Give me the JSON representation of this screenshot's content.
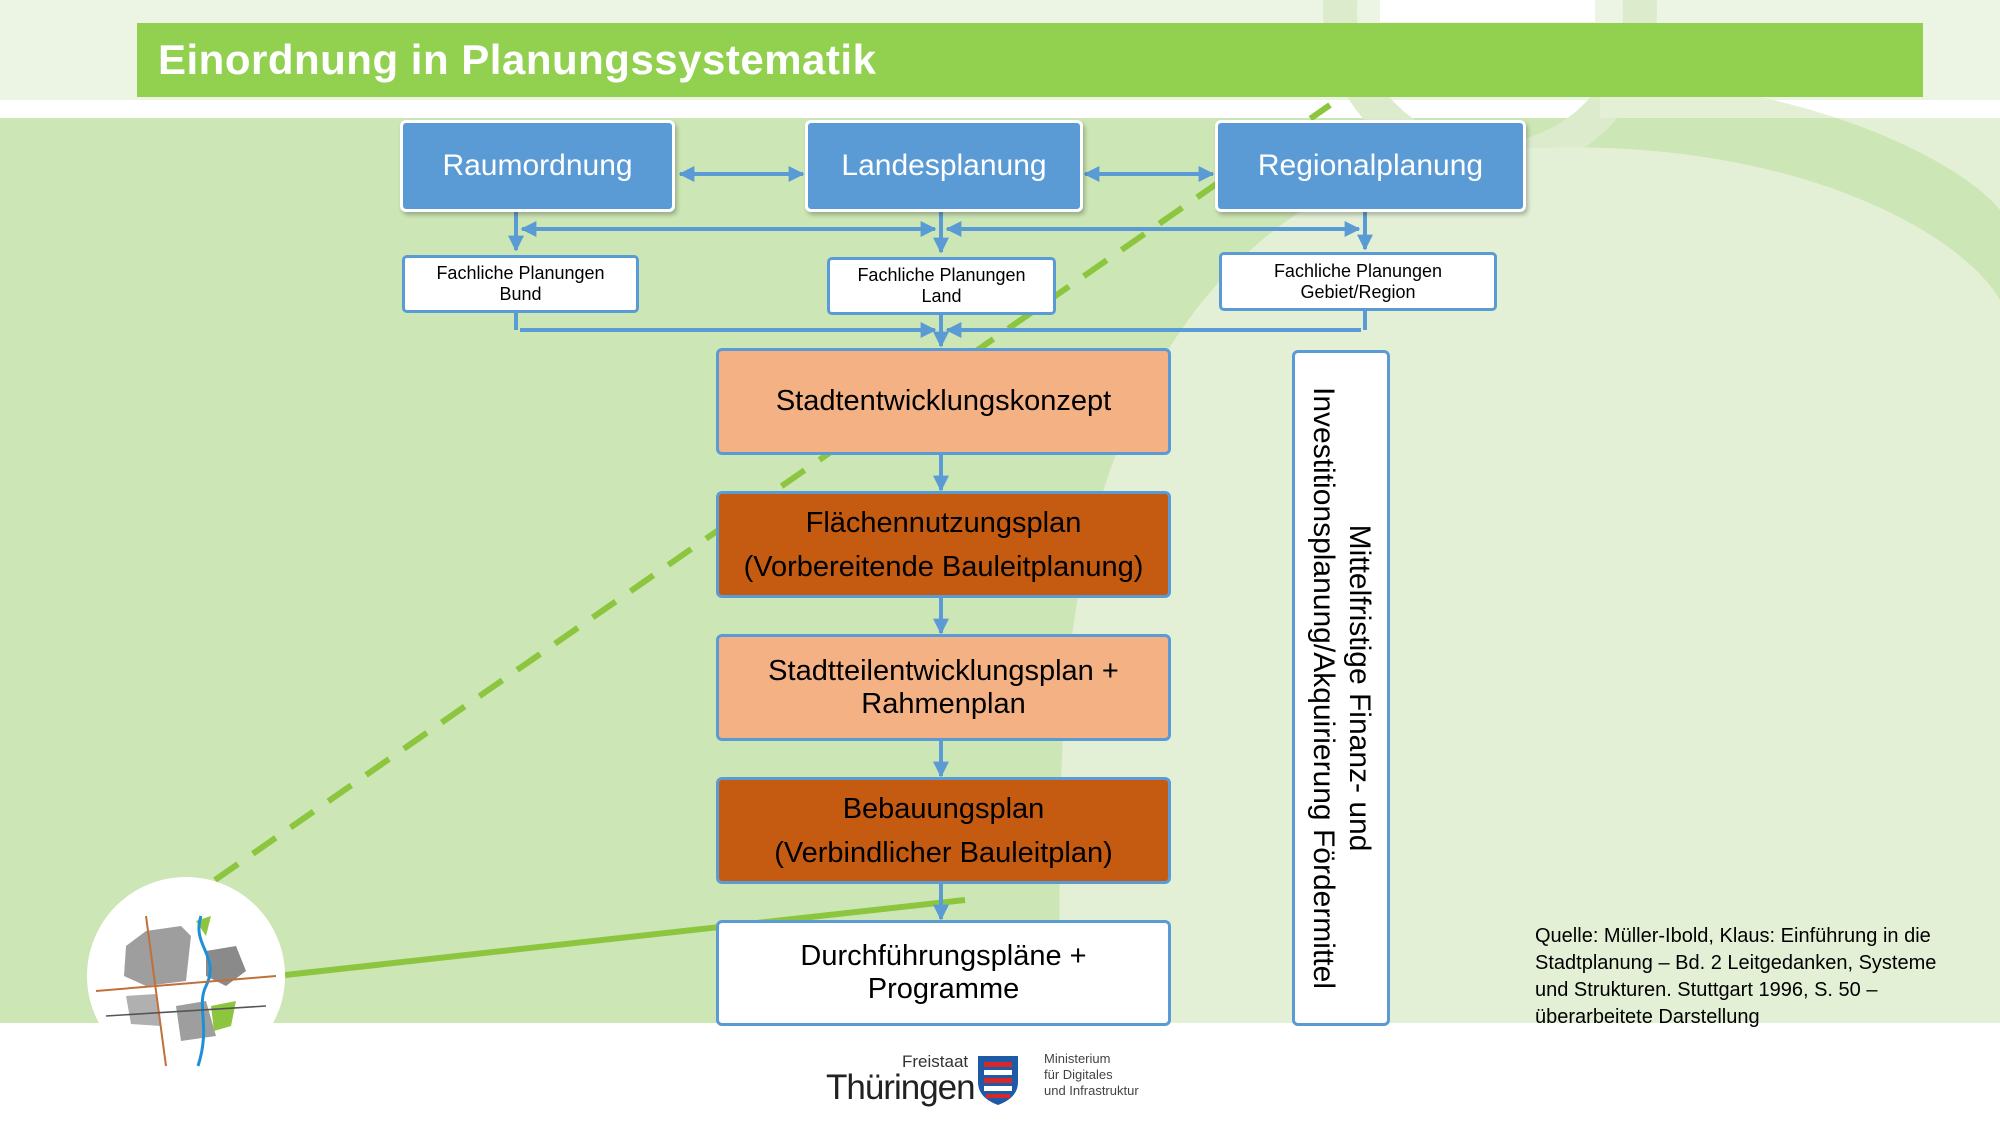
{
  "header": {
    "title": "Einordnung in Planungssystematik"
  },
  "top_level": [
    {
      "label": "Raumordnung"
    },
    {
      "label": "Landesplanung"
    },
    {
      "label": "Regionalplanung"
    }
  ],
  "sectoral": [
    {
      "line1": "Fachliche Planungen",
      "line2": "Bund"
    },
    {
      "line1": "Fachliche Planungen",
      "line2": "Land"
    },
    {
      "line1": "Fachliche Planungen",
      "line2": "Gebiet/Region"
    }
  ],
  "chain": [
    {
      "line1": "Stadtentwicklungskonzept",
      "line2": "",
      "style": "peach"
    },
    {
      "line1": "Flächennutzungsplan",
      "line2": "(Vorbereitende Bauleitplanung)",
      "style": "rust"
    },
    {
      "line1": "Stadtteilentwicklungsplan +",
      "line2": "Rahmenplan",
      "style": "peach"
    },
    {
      "line1": "Bebauungsplan",
      "line2": "(Verbindlicher Bauleitplan)",
      "style": "rust"
    },
    {
      "line1": "Durchführungspläne +",
      "line2": "Programme",
      "style": "white"
    }
  ],
  "side_column": {
    "line1": "Mittelfristige Finanz- und",
    "line2": "Investitionsplanung/Akquirierung Fördermittel"
  },
  "source": {
    "text": "Quelle: Müller-Ibold, Klaus: Einführung in die Stadtplanung – Bd. 2 Leitgedanken, Systeme und Strukturen. Stuttgart 1996, S. 50 – überarbeitete Darstellung"
  },
  "footer_logo": {
    "freistaat": "Freistaat",
    "name": "Thüringen",
    "ministry": "Ministerium\nfür Digitales\nund Infrastruktur"
  },
  "colors": {
    "title_green": "#92d050",
    "background_green": "#cde6b5",
    "node_blue": "#5b9bd5",
    "peach": "#f4b183",
    "rust": "#c55a11"
  },
  "icons": [
    "city-map-icon",
    "coat-of-arms-icon"
  ]
}
